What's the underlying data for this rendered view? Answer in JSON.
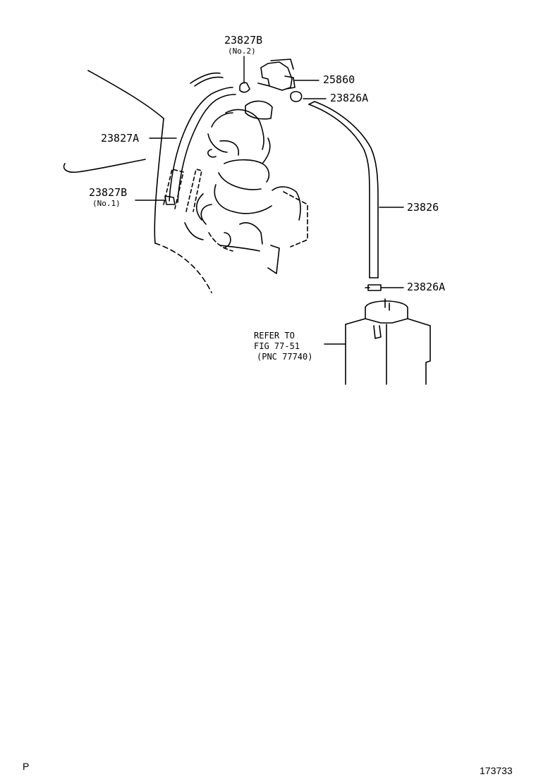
{
  "parts": {
    "p23827b_no2": {
      "number": "23827B",
      "sub": "(No.2)"
    },
    "p25860": {
      "number": "25860"
    },
    "p23826a_upper": {
      "number": "23826A"
    },
    "p23827a": {
      "number": "23827A"
    },
    "p23827b_no1": {
      "number": "23827B",
      "sub": "(No.1)"
    },
    "p23826": {
      "number": "23826"
    },
    "p23826a_lower": {
      "number": "23826A"
    }
  },
  "reference": {
    "line1": "REFER TO",
    "line2": "FIG 77-51",
    "line3": "(PNC 77740)"
  },
  "footer": {
    "left": "P",
    "right": "173733"
  },
  "colors": {
    "ink": "#000000",
    "paper": "#ffffff"
  }
}
